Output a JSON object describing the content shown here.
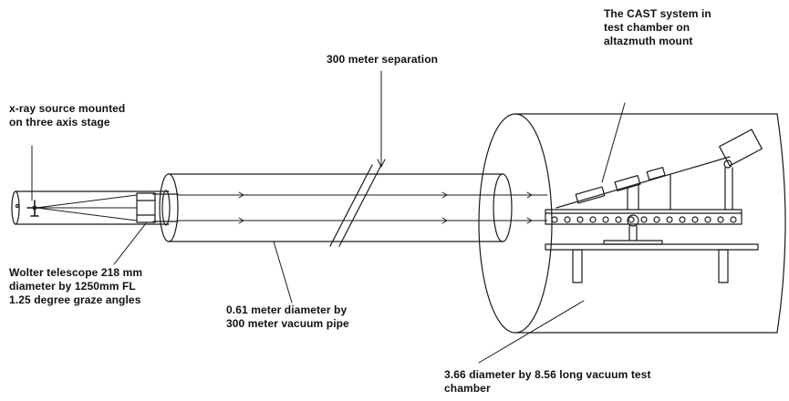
{
  "labels": {
    "cast_system": "The CAST system in\ntest chamber on\naltazmuth mount",
    "separation": "300 meter separation",
    "xray_source": "x-ray source mounted\non three axis stage",
    "wolter_telescope": "Wolter telescope 218 mm\ndiameter by 1250mm FL\n1.25 degree graze angles",
    "vacuum_pipe": "0.61 meter diameter by\n300 meter vacuum pipe",
    "test_chamber": "3.66 diameter by 8.56 long vacuum test\nchamber"
  },
  "colors": {
    "line": "#1a1a1a",
    "background": "#ffffff"
  }
}
